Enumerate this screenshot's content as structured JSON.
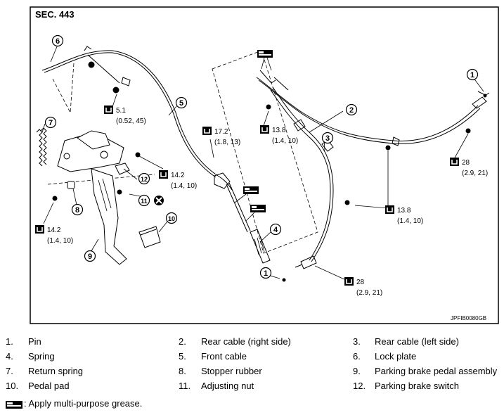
{
  "diagram": {
    "section": "SEC. 443",
    "figure_code": "JPFIB0080GB",
    "callouts": [
      "1",
      "2",
      "3",
      "4",
      "5",
      "6",
      "7",
      "8",
      "9",
      "10",
      "11",
      "12",
      "1"
    ],
    "torques": [
      {
        "value": "5.1",
        "sub": "(0.52, 45)"
      },
      {
        "value": "17.2",
        "sub": "(1.8, 13)"
      },
      {
        "value": "13.8",
        "sub": "(1.4, 10)"
      },
      {
        "value": "28",
        "sub": "(2.9, 21)"
      },
      {
        "value": "14.2",
        "sub": "(1.4, 10)"
      },
      {
        "value": "13.8",
        "sub": "(1.4, 10)"
      },
      {
        "value": "14.2",
        "sub": "(1.4, 10)"
      },
      {
        "value": "28",
        "sub": "(2.9, 21)"
      }
    ]
  },
  "legend": [
    [
      {
        "num": "1.",
        "text": "Pin"
      },
      {
        "num": "2.",
        "text": "Rear cable (right side)"
      },
      {
        "num": "3.",
        "text": "Rear cable (left side)"
      }
    ],
    [
      {
        "num": "4.",
        "text": "Spring"
      },
      {
        "num": "5.",
        "text": "Front cable"
      },
      {
        "num": "6.",
        "text": "Lock plate"
      }
    ],
    [
      {
        "num": "7.",
        "text": "Return spring"
      },
      {
        "num": "8.",
        "text": "Stopper rubber"
      },
      {
        "num": "9.",
        "text": "Parking brake pedal assembly"
      }
    ],
    [
      {
        "num": "10.",
        "text": "Pedal pad"
      },
      {
        "num": "11.",
        "text": "Adjusting nut"
      },
      {
        "num": "12.",
        "text": "Parking brake switch"
      }
    ]
  ],
  "grease_note": ": Apply multi-purpose grease."
}
